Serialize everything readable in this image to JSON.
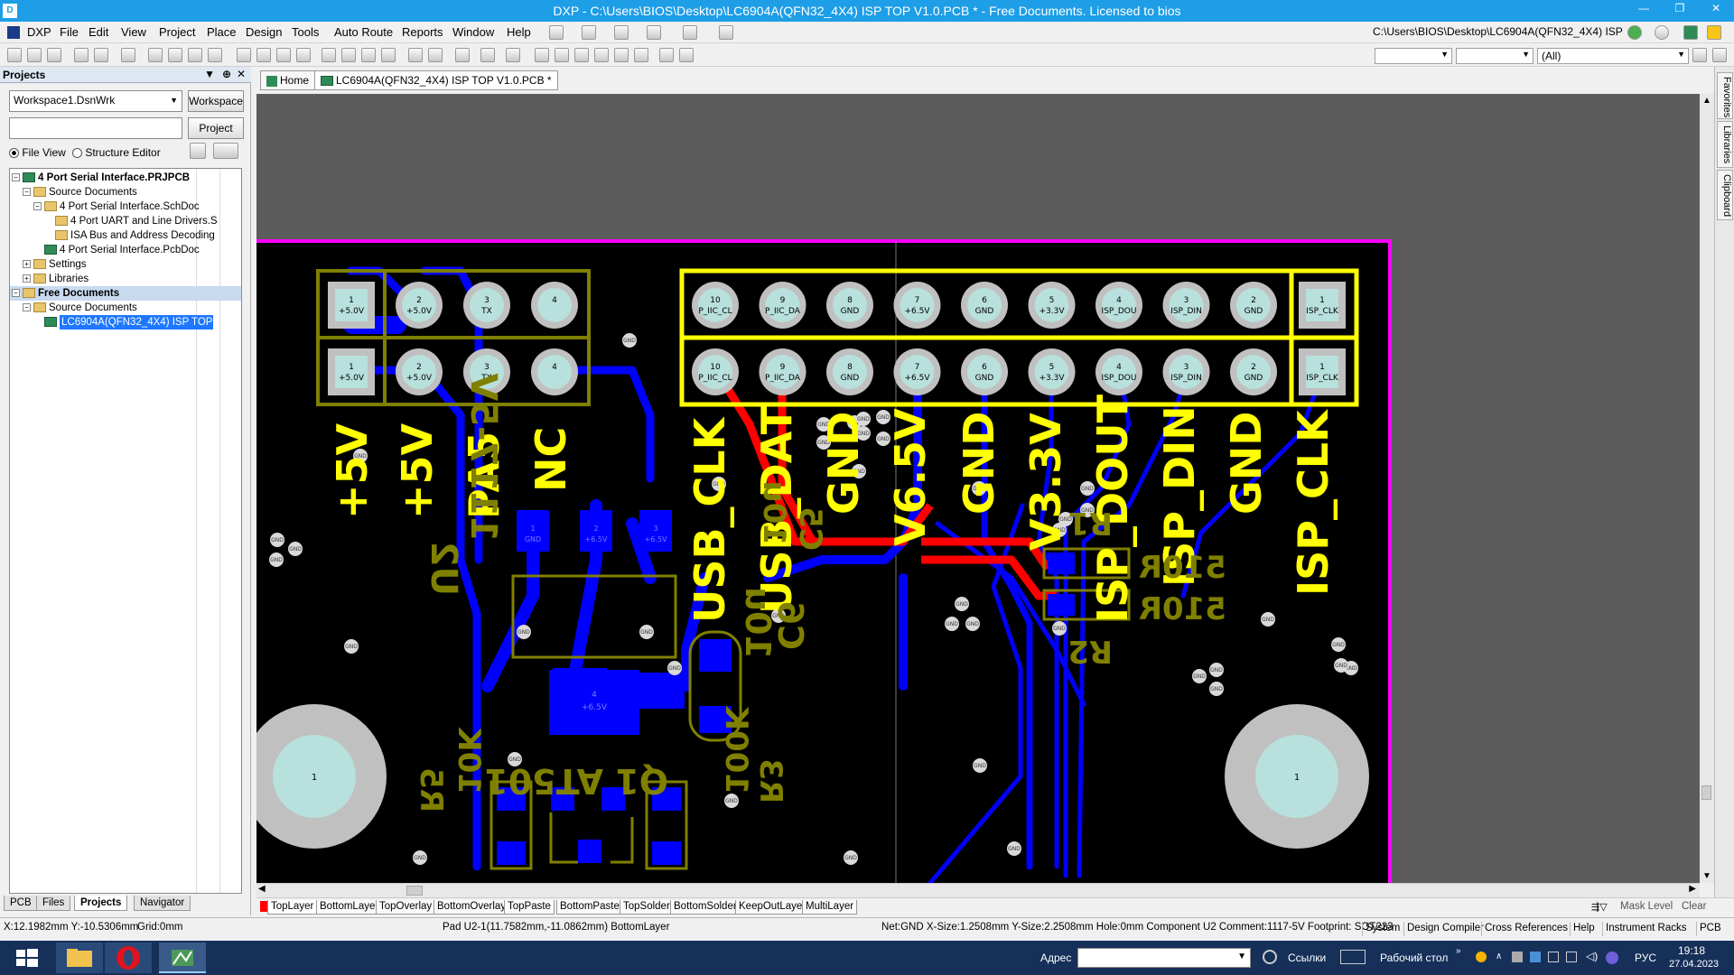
{
  "window": {
    "title": "DXP - C:\\Users\\BIOS\\Desktop\\LC6904A(QFN32_4X4) ISP TOP V1.0.PCB * - Free Documents. Licensed to bios",
    "app_icon": "DXP"
  },
  "menu": {
    "items": [
      "DXP",
      "File",
      "Edit",
      "View",
      "Project",
      "Place",
      "Design",
      "Tools",
      "Auto Route",
      "Reports",
      "Window",
      "Help"
    ],
    "path": "C:\\Users\\BIOS\\Desktop\\LC6904A(QFN32_4X4) ISP"
  },
  "toolbar": {
    "filter_all": "(All)"
  },
  "panel": {
    "title": "Projects",
    "workspace_value": "Workspace1.DsnWrk",
    "workspace_button": "Workspace",
    "project_button": "Project",
    "file_view": "File View",
    "structure_editor": "Structure Editor",
    "tree": [
      {
        "label": "4 Port Serial Interface.PRJPCB",
        "bold": true
      },
      {
        "label": "Source Documents"
      },
      {
        "label": "4 Port Serial Interface.SchDoc"
      },
      {
        "label": "4 Port UART and Line Drivers.S"
      },
      {
        "label": "ISA Bus and Address Decoding"
      },
      {
        "label": "4 Port Serial Interface.PcbDoc"
      },
      {
        "label": "Settings"
      },
      {
        "label": "Libraries"
      },
      {
        "label": "Free Documents",
        "bold": true
      },
      {
        "label": "Source Documents"
      },
      {
        "label": "LC6904A(QFN32_4X4) ISP TOP V"
      }
    ],
    "bottom_tabs": [
      "PCB",
      "Files",
      "Projects",
      "Navigator"
    ]
  },
  "doc_tabs": [
    "Home",
    "LC6904A(QFN32_4X4) ISP TOP V1.0.PCB *"
  ],
  "right_tabs": [
    "Favorites",
    "Libraries",
    "Clipboard"
  ],
  "pcb": {
    "header_left": {
      "pins_top": [
        {
          "num": "1",
          "net": "+5.0V"
        },
        {
          "num": "2",
          "net": "+5.0V"
        },
        {
          "num": "3",
          "net": "TX"
        },
        {
          "num": "4",
          "net": ""
        }
      ],
      "pins_bottom": [
        {
          "num": "1",
          "net": "+5.0V"
        },
        {
          "num": "2",
          "net": "+5.0V"
        },
        {
          "num": "3",
          "net": "TX"
        },
        {
          "num": "4",
          "net": ""
        }
      ],
      "labels": [
        "+5V",
        "+5V",
        "PA5",
        "NC"
      ]
    },
    "header_right": {
      "pins": [
        {
          "num": "10",
          "net": "P_IIC_CL"
        },
        {
          "num": "9",
          "net": "P_IIC_DA"
        },
        {
          "num": "8",
          "net": "GND"
        },
        {
          "num": "7",
          "net": "+6.5V"
        },
        {
          "num": "6",
          "net": "GND"
        },
        {
          "num": "5",
          "net": "+3.3V"
        },
        {
          "num": "4",
          "net": "ISP_DOU"
        },
        {
          "num": "3",
          "net": "ISP_DIN"
        },
        {
          "num": "2",
          "net": "GND"
        }
      ],
      "last_pin": {
        "num": "1",
        "net": "ISP_CLK"
      },
      "labels": [
        "USB_CLK",
        "USB_DAT",
        "GND",
        "V6.5V",
        "GND",
        "V3.3V",
        "ISP_DOUT",
        "ISP_DIN",
        "GND",
        "ISP_CLK"
      ]
    },
    "silk": {
      "u2": "U2",
      "u2_part": "1117-5V",
      "q1": "Q1 AT501",
      "r5": "R5",
      "r5_val": "10K",
      "r3": "R3",
      "r3_val": "100K",
      "c6": "C6",
      "c6_val": "10u",
      "c5": "C5",
      "c5_val": "10u",
      "r1": "R1",
      "r1_val": "510R",
      "r2": "R2",
      "r2_val": "510R"
    },
    "u2_pads": [
      {
        "num": "1",
        "net": "GND"
      },
      {
        "num": "2",
        "net": "+6.5V"
      },
      {
        "num": "3",
        "net": "+6.5V"
      }
    ],
    "u2_tab": {
      "num": "4",
      "net": "+6.5V"
    },
    "mount_hole": "1",
    "gnd": "GND"
  },
  "layers": [
    "TopLayer",
    "BottomLayer",
    "TopOverlay",
    "BottomOverlay",
    "TopPaste",
    "BottomPaste",
    "TopSolder",
    "BottomSolder",
    "KeepOutLayer",
    "MultiLayer"
  ],
  "layer_controls": {
    "mask": "Mask Level",
    "clear": "Clear"
  },
  "status": {
    "coords": "X:12.1982mm Y:-10.5306mm",
    "grid": "Grid:0mm",
    "pad": "Pad U2-1(11.7582mm,-11.0862mm)  BottomLayer",
    "net": "Net:GND X-Size:1.2508mm Y-Size:2.2508mm Hole:0mm  Component U2 Comment:1117-5V Footprint: SOT223",
    "buttons": [
      "System",
      "Design Compiler",
      "Cross References",
      "Help",
      "Instrument Racks",
      "PCB"
    ]
  },
  "taskbar": {
    "address_label": "Адрес",
    "links": "Ссылки",
    "desktop": "Рабочий стол",
    "lang": "РУС",
    "time": "19:18",
    "date": "27.04.2023"
  },
  "colors": {
    "title_bar": "#1e9ee6",
    "board": "#000000",
    "silk": "#ffff00",
    "bottom_copper": "#0000ff",
    "top_copper": "#ff0000",
    "outline": "#ff00ff",
    "pad": "#c0c0c0"
  }
}
